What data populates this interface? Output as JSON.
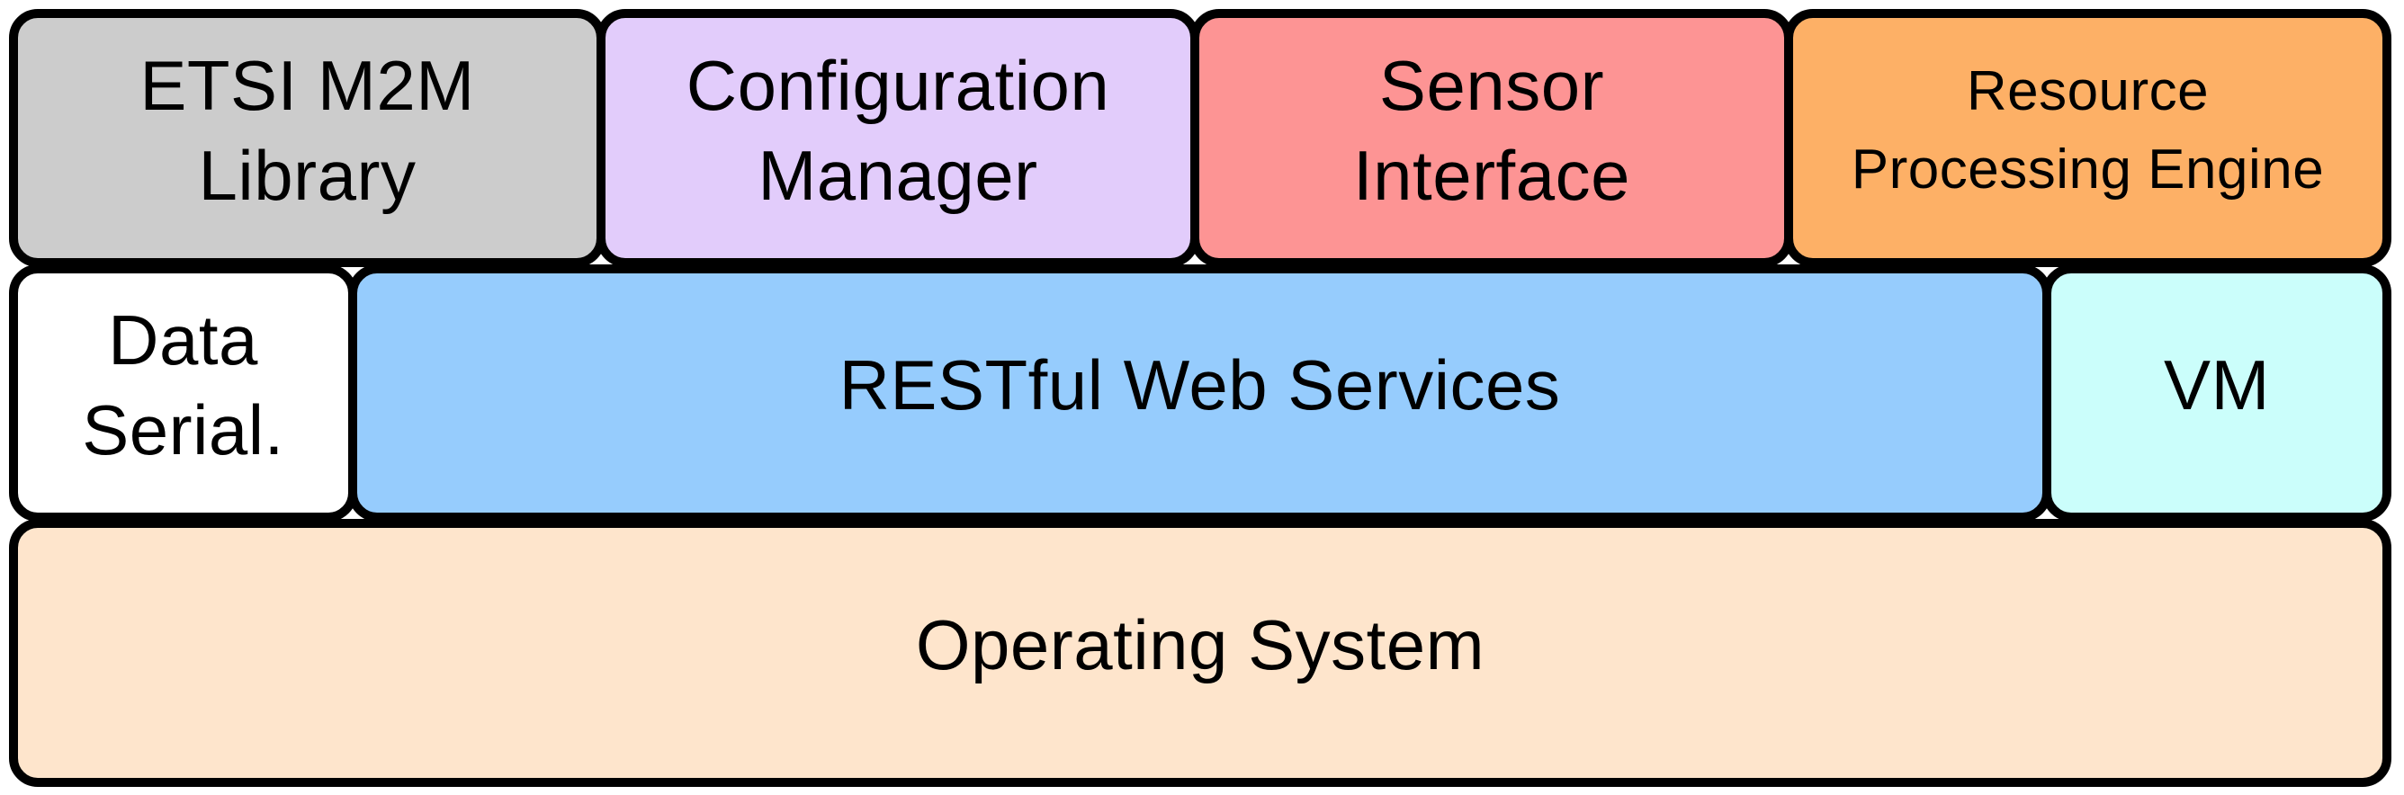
{
  "diagram": {
    "type": "software-stack-architecture",
    "top_row": {
      "etsi_m2m_library": {
        "label": "ETSI M2M\nLibrary",
        "color": "#CCCCCC"
      },
      "configuration_manager": {
        "label": "Configuration\nManager",
        "color": "#E2CCFB"
      },
      "sensor_interface": {
        "label": "Sensor\nInterface",
        "color": "#FD9494"
      },
      "resource_processing_engine": {
        "label": "Resource\nProcessing Engine",
        "color": "#FDB066"
      }
    },
    "middle_row": {
      "data_serialization": {
        "label": "Data\nSerial.",
        "color": "#FFFFFF"
      },
      "restful_web_services": {
        "label": "RESTful Web Services",
        "color": "#96CCFD"
      },
      "vm": {
        "label": "VM",
        "color": "#CBFEFB"
      }
    },
    "bottom_row": {
      "operating_system": {
        "label": "Operating System",
        "color": "#FEE5CC"
      }
    },
    "style": {
      "border_color": "#000000",
      "canvas_background": "#FFFFFF",
      "text_color": "#000000"
    }
  }
}
